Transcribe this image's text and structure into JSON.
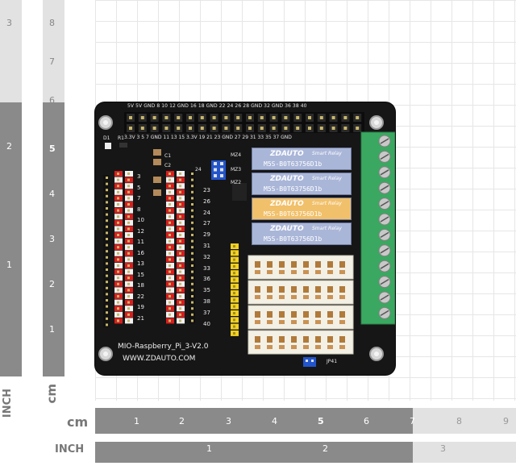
{
  "rulers": {
    "left_unit": "INCH",
    "left2_unit": "cm",
    "bottom_cm_unit": "cm",
    "bottom_inch_unit": "INCH",
    "left_inch_numbers": [
      "3",
      "2",
      "1"
    ],
    "left_cm_numbers": [
      "8",
      "7",
      "6",
      "5",
      "4",
      "3",
      "2",
      "1"
    ],
    "bottom_cm_numbers": [
      "1",
      "2",
      "3",
      "4",
      "5",
      "6",
      "7",
      "8",
      "9"
    ],
    "bottom_inch_numbers": [
      "1",
      "2",
      "3"
    ]
  },
  "board": {
    "model": "MIO-Raspberry_Pi_3-V2.0",
    "website": "WWW.ZDAUTO.COM",
    "top_row_labels": "5V  5V GND  8   10  12 GND 16  18 GND 22  24  26  28 GND 32 GND 36  38  40",
    "bottom_row_labels": "3.3V  3   5   7  GND  11  13  15 3.3V 19  21  23 GND 27  29  31  33  35  37 GND",
    "d1": "D1",
    "r1": "R1",
    "c1": "C1",
    "c2": "C2",
    "mz4": "MZ4",
    "mz3": "MZ3",
    "mz2": "MZ2",
    "jp41": "JP41",
    "h24": "24",
    "left_col_nums": [
      "3",
      "5",
      "7",
      "8",
      "10",
      "12",
      "11",
      "16",
      "13",
      "15",
      "18",
      "22",
      "19",
      "21"
    ],
    "right_col_nums": [
      "23",
      "26",
      "24",
      "27",
      "29",
      "31",
      "32",
      "33",
      "36",
      "35",
      "38",
      "37",
      "40"
    ],
    "relays": [
      {
        "brand": "ZDAUTO",
        "tag": "Smart Relay",
        "model": "M5S-B0T63756D1b",
        "color": "#aab6d8"
      },
      {
        "brand": "ZDAUTO",
        "tag": "Smart Relay",
        "model": "M5S-B0T63756D1b",
        "color": "#aab6d8"
      },
      {
        "brand": "ZDAUTO",
        "tag": "Smart Relay",
        "model": "M5S-B0T63756D1b",
        "color": "#f1c06a"
      },
      {
        "brand": "ZDAUTO",
        "tag": "Smart Relay",
        "model": "M5S-B0T63756D1b",
        "color": "#aab6d8"
      }
    ]
  },
  "colors": {
    "pcb": "#161616",
    "terminal": "#3aa860",
    "header_red": "#d81e1e",
    "header_yellow": "#f4d21e",
    "jumper_blue": "#2255cc"
  }
}
